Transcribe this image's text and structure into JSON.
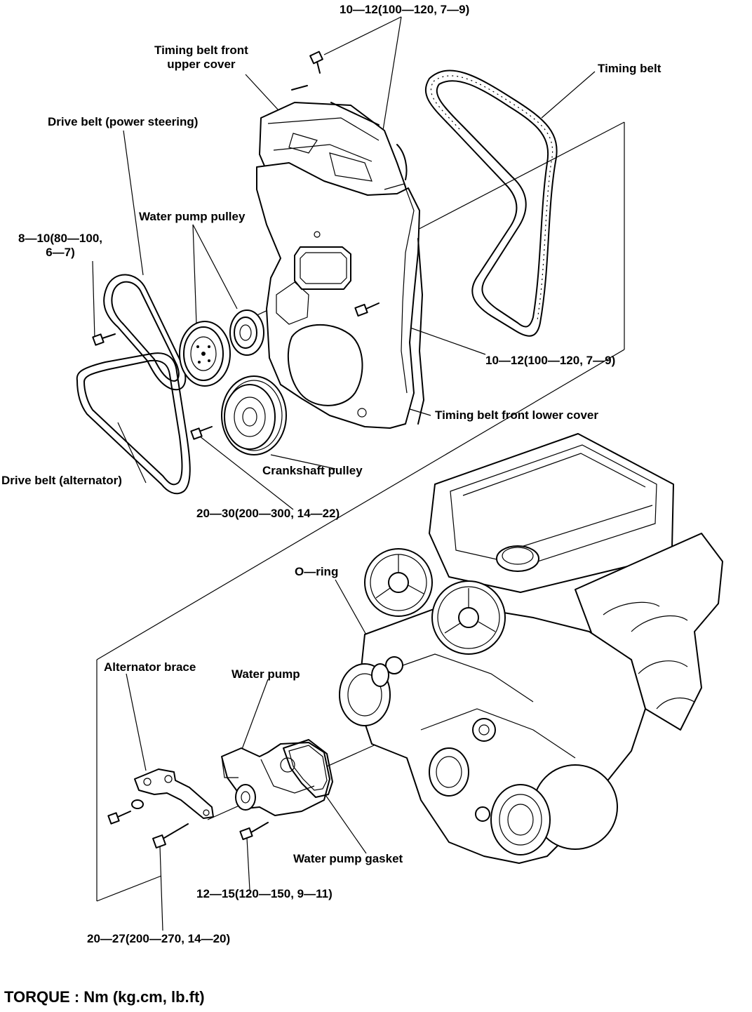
{
  "labels": {
    "torque_top": "10—12(100—120, 7—9)",
    "upper_cover": "Timing belt front\nupper cover",
    "timing_belt": "Timing belt",
    "drive_belt_ps": "Drive belt (power steering)",
    "water_pump_pulley": "Water pump pulley",
    "torque_left": "8—10(80—100,\n6—7)",
    "torque_right": "10—12(100—120, 7—9)",
    "lower_cover": "Timing belt front lower cover",
    "crankshaft_pulley": "Crankshaft pulley",
    "drive_belt_alt": "Drive belt (alternator)",
    "torque_crank": "20—30(200—300, 14—22)",
    "o_ring": "O—ring",
    "alternator_brace": "Alternator brace",
    "water_pump": "Water pump",
    "water_pump_gasket": "Water pump gasket",
    "torque_pump": "12—15(120—150, 9—11)",
    "torque_brace": "20—27(200—270, 14—20)"
  },
  "footer": "TORQUE : Nm (kg.cm, lb.ft)"
}
